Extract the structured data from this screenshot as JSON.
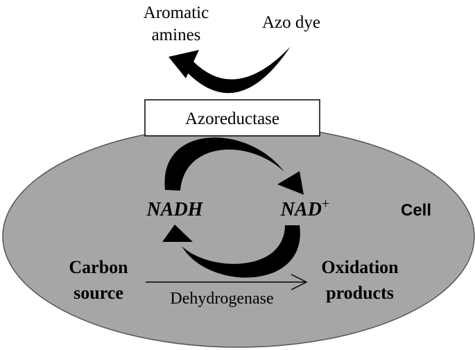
{
  "labels": {
    "aromatic_amines_line1": "Aromatic",
    "aromatic_amines_line2": "amines",
    "azo_dye": "Azo dye",
    "azoreductase": "Azoreductase",
    "nadh": "NADH",
    "nad": "NAD",
    "nad_superscript": "+",
    "cell": "Cell",
    "carbon_source_line1": "Carbon",
    "carbon_source_line2": "source",
    "dehydrogenase": "Dehydrogenase",
    "oxidation_products_line1": "Oxidation",
    "oxidation_products_line2": "products"
  },
  "colors": {
    "cell_fill": "#a6a6a6",
    "stroke": "#000000",
    "box_fill": "#ffffff"
  }
}
